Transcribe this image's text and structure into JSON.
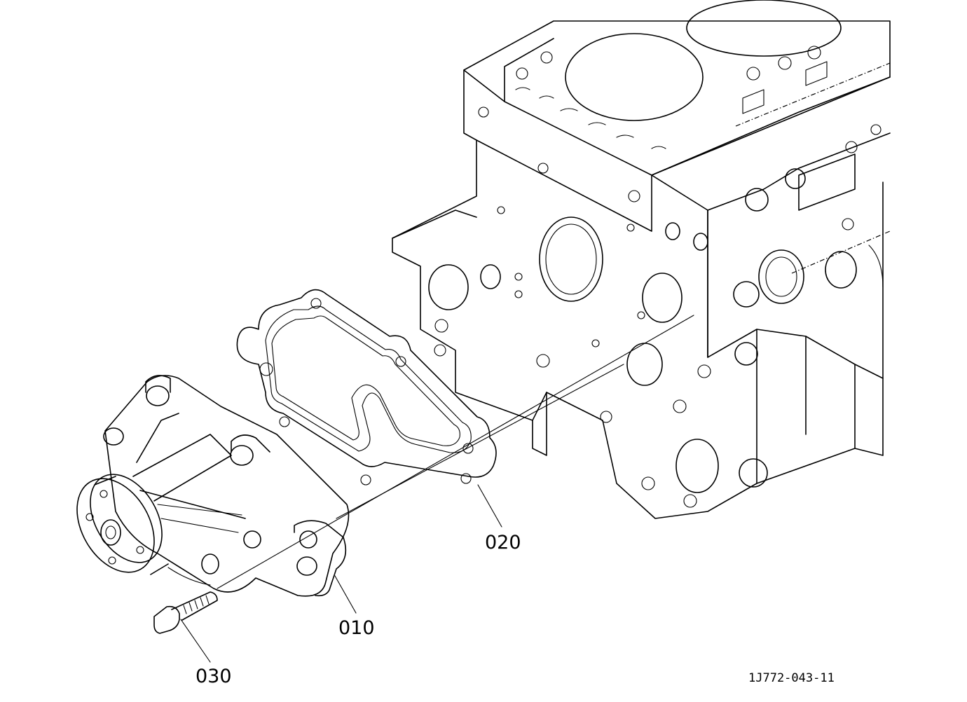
{
  "diagram": {
    "callouts": {
      "water_pump": "010",
      "gasket": "020",
      "bolt": "030"
    },
    "document_id": "1J772-043-11"
  }
}
